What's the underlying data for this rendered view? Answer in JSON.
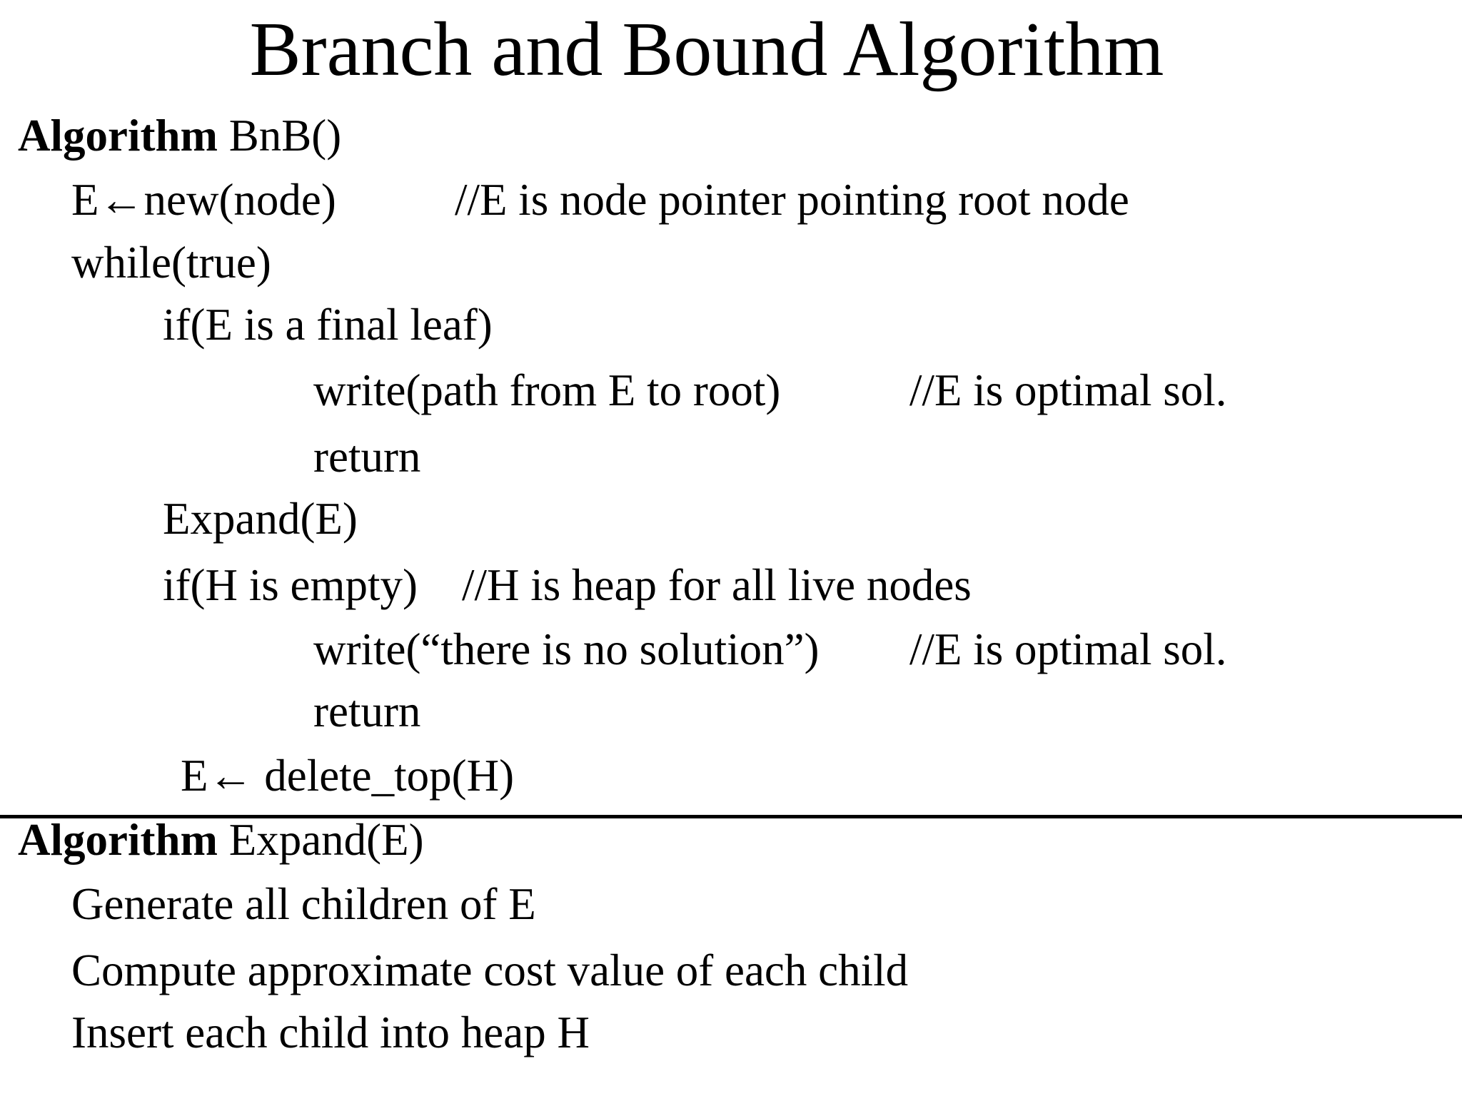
{
  "slide": {
    "title": "Branch and Bound Algorithm",
    "background_color": "#ffffff",
    "text_color": "#000000"
  },
  "bnb": {
    "keyword": "Algorithm",
    "signature": " BnB()",
    "lines": [
      {
        "code": "E←new(node)",
        "comment": "//E is node pointer pointing root node"
      },
      {
        "code": "while(true)"
      },
      {
        "code": "if(E is a final leaf)"
      },
      {
        "code": "write(path from E to root)",
        "comment": "//E is optimal sol."
      },
      {
        "code": "return"
      },
      {
        "code": "Expand(E)"
      },
      {
        "code": "if(H is empty)",
        "comment": "//H is heap for all live nodes"
      },
      {
        "code": "write(“there is no solution”)",
        "comment": "//E is optimal sol."
      },
      {
        "code": "return"
      },
      {
        "code": "E← delete_top(H)"
      }
    ]
  },
  "expand": {
    "keyword": "Algorithm",
    "signature": " Expand(E)",
    "lines": [
      {
        "code": "Generate all children of E"
      },
      {
        "code": "Compute approximate cost value of each child"
      },
      {
        "code": "Insert each child into heap H"
      }
    ]
  }
}
